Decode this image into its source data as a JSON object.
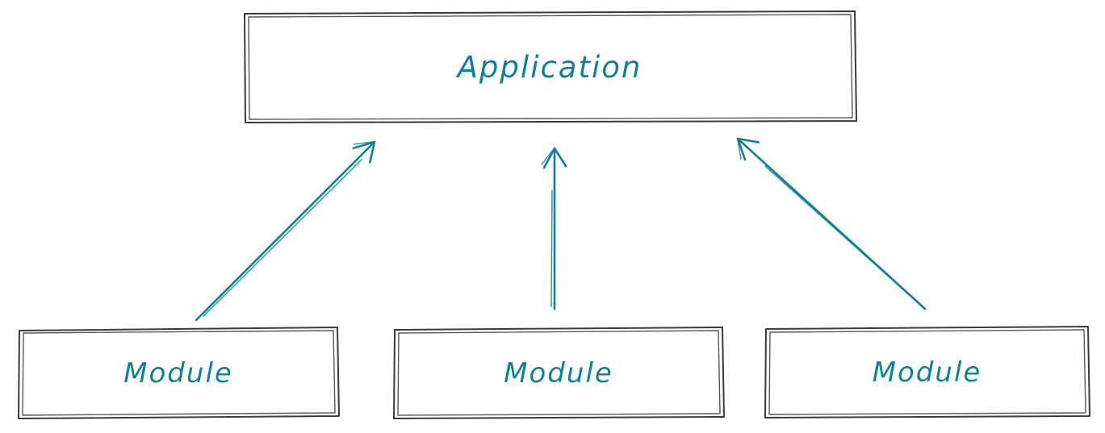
{
  "diagram": {
    "nodes": {
      "application": {
        "label": "Application"
      },
      "modules": [
        {
          "label": "Module"
        },
        {
          "label": "Module"
        },
        {
          "label": "Module"
        }
      ]
    },
    "edges": [
      {
        "from": "module-1",
        "to": "application",
        "direction": "up"
      },
      {
        "from": "module-2",
        "to": "application",
        "direction": "up"
      },
      {
        "from": "module-3",
        "to": "application",
        "direction": "up"
      }
    ],
    "colors": {
      "box_stroke": "#343c42",
      "accent_teal": "#0f8095",
      "background": "#ffffff"
    }
  }
}
